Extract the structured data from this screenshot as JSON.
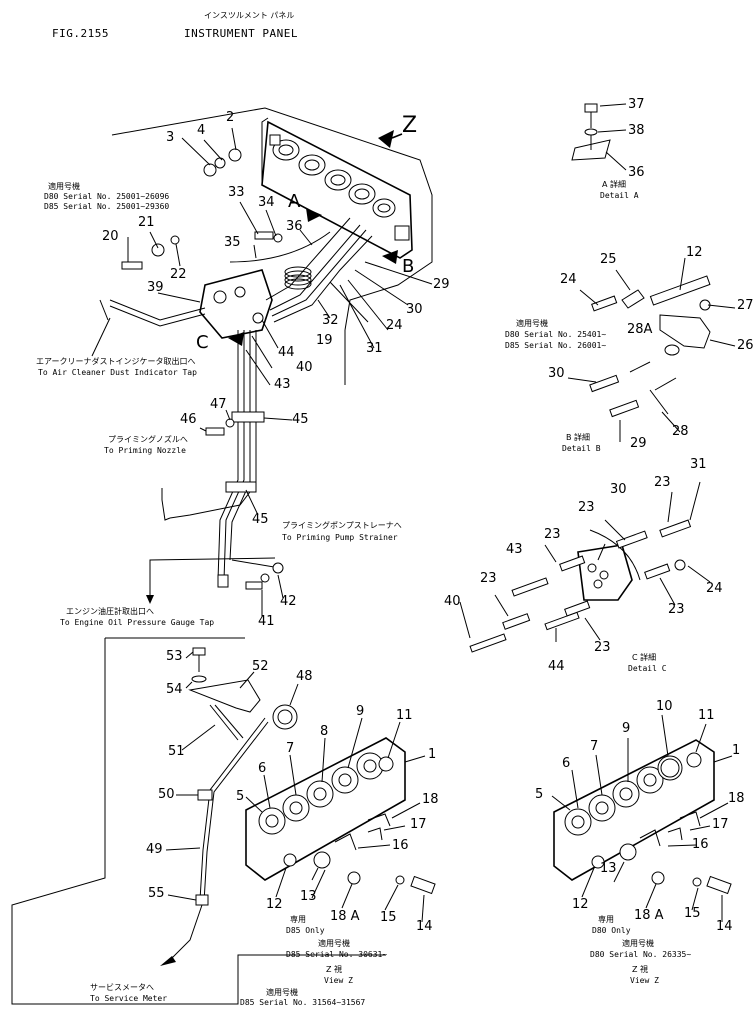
{
  "header": {
    "fig": "FIG.2155",
    "title_jp": "インスツルメント パネル",
    "title_en": "INSTRUMENT PANEL"
  },
  "serials": {
    "top_jp": "適用号機",
    "top_d80": "D80 Serial No. 25001~26096",
    "top_d85": "D85 Serial No. 25001~29360",
    "b_jp": "適用号機",
    "b_d80": "D80 Serial No. 25401~",
    "b_d85": "D85 Serial No. 26001~",
    "z1_jp": "適用号機",
    "z1_d85": "D85 Serial No. 30631~",
    "z2_jp": "適用号機",
    "z2_d80": "D80 Serial No. 26335~",
    "bottom_jp": "適用号機",
    "bottom_d85": "D85 Serial No. 31564~31567"
  },
  "notes": {
    "air_jp": "エアークリーナダストインジケータ取出口へ",
    "air_en": "To Air Cleaner Dust Indicator Tap",
    "nozzle_jp": "プライミングノズルへ",
    "nozzle_en": "To Priming Nozzle",
    "strainer_jp": "プライミングポンプストレーナへ",
    "strainer_en": "To Priming Pump Strainer",
    "oil_jp": "エンジン油圧計取出口へ",
    "oil_en": "To Engine Oil Pressure Gauge Tap",
    "service_jp": "サービスメータへ",
    "service_en": "To Service Meter",
    "d85only_jp": "専用",
    "d85only_en": "D85 Only",
    "d80only_jp": "専用",
    "d80only_en": "D80 Only"
  },
  "views": {
    "detail_a_jp": "A 詳細",
    "detail_a_en": "Detail A",
    "detail_b_jp": "B 詳細",
    "detail_b_en": "Detail B",
    "detail_c_jp": "C 詳細",
    "detail_c_en": "Detail C",
    "view_z_jp": "Z 視",
    "view_z_en": "View Z",
    "letter_z": "Z",
    "letter_a": "A",
    "letter_b": "B",
    "letter_c": "C"
  },
  "callouts": {
    "c1a": "1",
    "c1b": "1",
    "c2": "2",
    "c3": "3",
    "c4": "4",
    "c5a": "5",
    "c5b": "5",
    "c6a": "6",
    "c6b": "6",
    "c7a": "7",
    "c7b": "7",
    "c8": "8",
    "c9a": "9",
    "c9b": "9",
    "c10": "10",
    "c11a": "11",
    "c11b": "11",
    "c12a": "12",
    "c12b": "12",
    "c12c": "12",
    "c13a": "13",
    "c13b": "13",
    "c14a": "14",
    "c14b": "14",
    "c15a": "15",
    "c15b": "15",
    "c16a": "16",
    "c16b": "16",
    "c17a": "17",
    "c17b": "17",
    "c18a": "18",
    "c18b": "18",
    "c18Aa": "18 A",
    "c18Ab": "18 A",
    "c19": "19",
    "c20": "20",
    "c21": "21",
    "c22": "22",
    "c23a": "23",
    "c23b": "23",
    "c23c": "23",
    "c23d": "23",
    "c23e": "23",
    "c23f": "23",
    "c24a": "24",
    "c24b": "24",
    "c24c": "24",
    "c25": "25",
    "c26": "26",
    "c27": "27",
    "c28": "28",
    "c28A": "28A",
    "c29a": "29",
    "c29b": "29",
    "c30a": "30",
    "c30b": "30",
    "c30c": "30",
    "c31a": "31",
    "c31b": "31",
    "c32": "32",
    "c33": "33",
    "c34": "34",
    "c35": "35",
    "c36a": "36",
    "c36b": "36",
    "c37": "37",
    "c38": "38",
    "c39": "39",
    "c40a": "40",
    "c40b": "40",
    "c41": "41",
    "c42": "42",
    "c43a": "43",
    "c43b": "43",
    "c44a": "44",
    "c44b": "44",
    "c45a": "45",
    "c45b": "45",
    "c46": "46",
    "c47": "47",
    "c48": "48",
    "c49": "49",
    "c50": "50",
    "c51": "51",
    "c52": "52",
    "c53": "53",
    "c54": "54",
    "c55": "55"
  }
}
